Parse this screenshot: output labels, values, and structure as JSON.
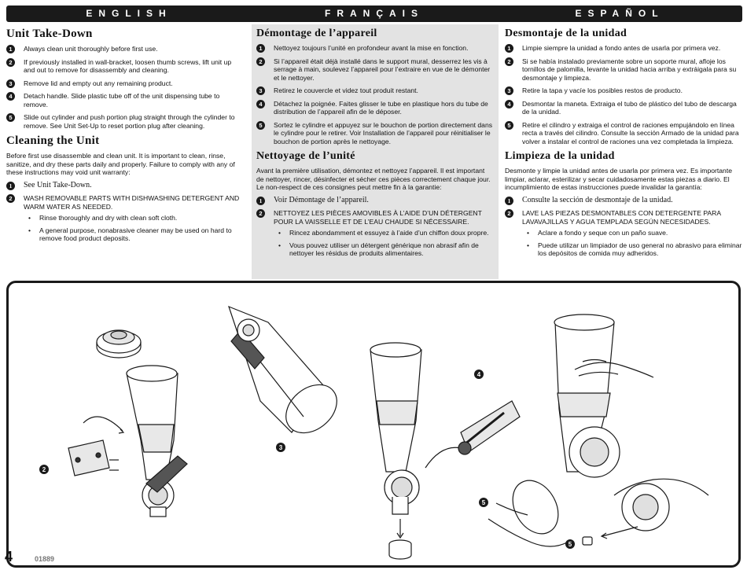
{
  "languages": [
    "ENGLISH",
    "FRANÇAIS",
    "ESPAÑOL"
  ],
  "english": {
    "takedown_title": "Unit Take-Down",
    "takedown_steps": [
      "Always clean unit thoroughly before first use.",
      "If previously installed in wall-bracket, loosen thumb screws, lift unit up and out to remove for disassembly and cleaning.",
      "Remove lid and empty out any remaining product.",
      "Detach handle. Slide plastic tube off of the unit dispensing tube to remove.",
      "Slide out cylinder and push portion plug straight through the cylinder to remove. See Unit Set-Up to reset portion plug after cleaning."
    ],
    "cleaning_title": "Cleaning the Unit",
    "cleaning_intro": "Before first use disassemble and clean unit. It is important to clean, rinse, sanitize, and dry these parts daily and properly. Failure to comply with any of these instructions may void unit warranty:",
    "cleaning_step1": "See Unit Take-Down.",
    "cleaning_step2": "WASH REMOVABLE PARTS WITH DISHWASHING DETERGENT AND WARM WATER AS NEEDED.",
    "cleaning_bullets": [
      "Rinse thoroughly and dry with clean soft cloth.",
      "A general purpose, nonabrasive cleaner may be used on hard to remove food product deposits."
    ]
  },
  "french": {
    "takedown_title": "Démontage de l’appareil",
    "takedown_steps": [
      "Nettoyez toujours l’unité en profondeur avant la mise en fonction.",
      "Si l’appareil était déjà installé dans le support mural, desserrez les vis à serrage à main, soulevez l’appareil pour l’extraire en vue de le démonter et le nettoyer.",
      "Retirez le couvercle et videz tout produit restant.",
      "Détachez la poignée. Faites glisser le tube en plastique hors du tube de distribution de l’appareil afin de le déposer.",
      "Sortez le cylindre et appuyez sur le bouchon de portion directement dans le cylindre pour le retirer. Voir Installation de l’appareil pour réinitialiser le bouchon de portion après le nettoyage."
    ],
    "cleaning_title": "Nettoyage de l’unité",
    "cleaning_intro": "Avant la première utilisation, démontez et nettoyez l’appareil. Il est important de nettoyer, rincer, désinfecter et sécher ces pièces correctement chaque jour. Le non-respect de ces consignes peut mettre fin à la garantie:",
    "cleaning_step1": "Voir Démontage de l’appareil.",
    "cleaning_step2": "NETTOYEZ LES PIÈCES AMOVIBLES À L’AIDE D’UN DÉTERGENT POUR LA VAISSELLE ET DE L’EAU CHAUDE SI NÉCESSAIRE.",
    "cleaning_bullets": [
      "Rincez abondamment et essuyez à l’aide d’un chiffon doux propre.",
      "Vous pouvez utiliser un détergent générique non abrasif afin de nettoyer les résidus de produits alimentaires."
    ]
  },
  "spanish": {
    "takedown_title": "Desmontaje de la unidad",
    "takedown_steps": [
      "Limpie siempre la unidad a fondo antes de usarla por primera vez.",
      "Si se había instalado previamente sobre un soporte mural, afloje los tornillos de palomilla, levante la unidad hacia arriba y extráigala para su desmontaje y limpieza.",
      "Retire la tapa y vacíe los posibles restos de producto.",
      "Desmontar la maneta. Extraiga el tubo de plástico del tubo de descarga de la unidad.",
      "Retire el cilindro y extraiga el control de raciones empujándolo en línea recta a través del cilindro. Consulte la sección Armado de la unidad para volver a instalar el control de raciones una vez completada la limpieza."
    ],
    "cleaning_title": "Limpieza de la unidad",
    "cleaning_intro": "Desmonte y limpie la unidad antes de usarla por primera vez. Es importante limpiar, aclarar, esterilizar y secar cuidadosamente estas piezas a diario. El incumplimiento de estas instrucciones puede invalidar la garantía:",
    "cleaning_step1": "Consulte la sección de desmontaje de la unidad.",
    "cleaning_step2": "LAVE LAS PIEZAS DESMONTABLES CON DETERGENTE PARA LAVAVAJILLAS Y AGUA TEMPLADA SEGÚN NECESIDADES.",
    "cleaning_bullets": [
      "Aclare a fondo y seque con un paño suave.",
      "Puede utilizar un limpiador de uso general no abrasivo para eliminar los depósitos de comida muy adheridos."
    ]
  },
  "step_numbers": [
    "1",
    "2",
    "3",
    "4",
    "5"
  ],
  "figure_labels": [
    "2",
    "3",
    "4",
    "5",
    "5"
  ],
  "footer": {
    "page": "4",
    "code": "01889"
  }
}
